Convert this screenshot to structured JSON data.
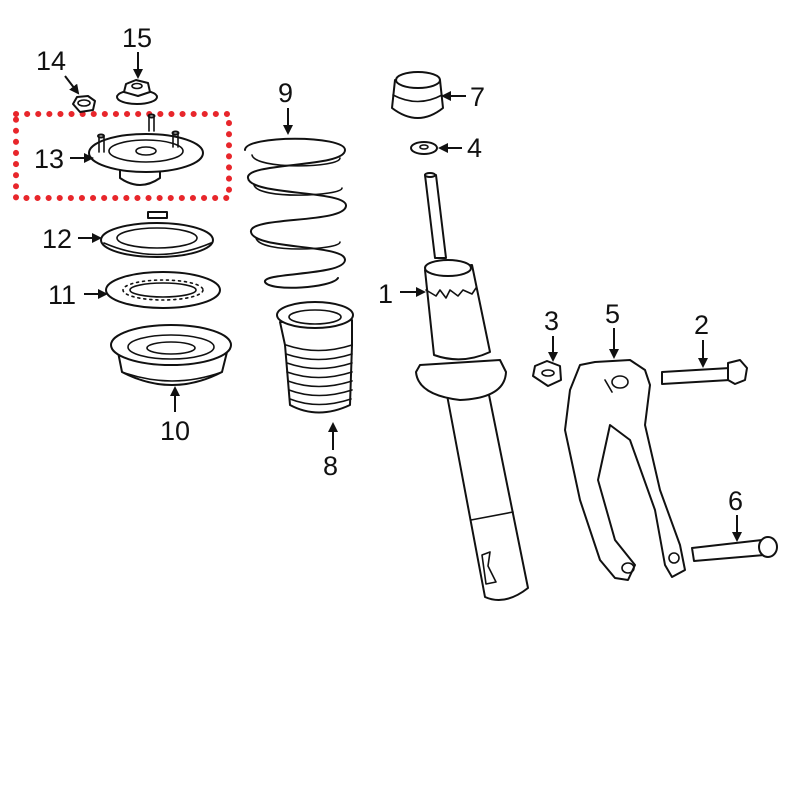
{
  "callouts": [
    {
      "id": "n1",
      "text": "1"
    },
    {
      "id": "n2",
      "text": "2"
    },
    {
      "id": "n3",
      "text": "3"
    },
    {
      "id": "n4",
      "text": "4"
    },
    {
      "id": "n5",
      "text": "5"
    },
    {
      "id": "n6",
      "text": "6"
    },
    {
      "id": "n7",
      "text": "7"
    },
    {
      "id": "n8",
      "text": "8"
    },
    {
      "id": "n9",
      "text": "9"
    },
    {
      "id": "n10",
      "text": "10"
    },
    {
      "id": "n11",
      "text": "11"
    },
    {
      "id": "n12",
      "text": "12"
    },
    {
      "id": "n13",
      "text": "13"
    },
    {
      "id": "n14",
      "text": "14"
    },
    {
      "id": "n15",
      "text": "15"
    }
  ],
  "highlight": {
    "part": "13",
    "color": "#e8262b"
  },
  "line_color": "#111111"
}
